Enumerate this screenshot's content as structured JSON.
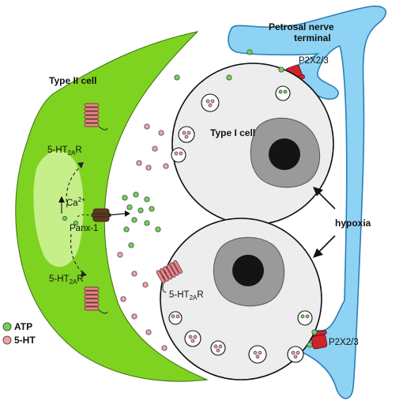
{
  "labels": {
    "type2_cell": "Type II cell",
    "type1_cell": "Type I cell",
    "petrosal_line1": "Petrosal nerve",
    "petrosal_line2": "terminal",
    "p2x_top": "P2X2/3",
    "p2x_bottom": "P2X2/3",
    "receptor_top_main": "5-HT",
    "receptor_top_sub": "2A",
    "receptor_top_tail": "R",
    "receptor_bottom_main": "5-HT",
    "receptor_bottom_sub": "2A",
    "receptor_bottom_tail": "R",
    "receptor_t1_main": "5-HT",
    "receptor_t1_sub": "2A",
    "receptor_t1_tail": "R",
    "calcium_main": "Ca",
    "calcium_sup": "2+",
    "panx": "Panx-1",
    "hypoxia": "hypoxia"
  },
  "legend": {
    "atp": "ATP",
    "ht": "5-HT"
  },
  "colors": {
    "type2_cell": "#7ed321",
    "type2_nucleus": "#c6ef8a",
    "type1_cell": "#ededed",
    "type1_nucleus_outer": "#9a9a9a",
    "type1_nucleus_inner": "#141414",
    "nerve_terminal": "#8fd3f4",
    "nerve_outline": "#2b7fb8",
    "atp": "#6fd35a",
    "ht": "#f2a0a8",
    "receptor": "#e8868e",
    "p2x": "#d0242c",
    "panx": "#5c3a22"
  }
}
